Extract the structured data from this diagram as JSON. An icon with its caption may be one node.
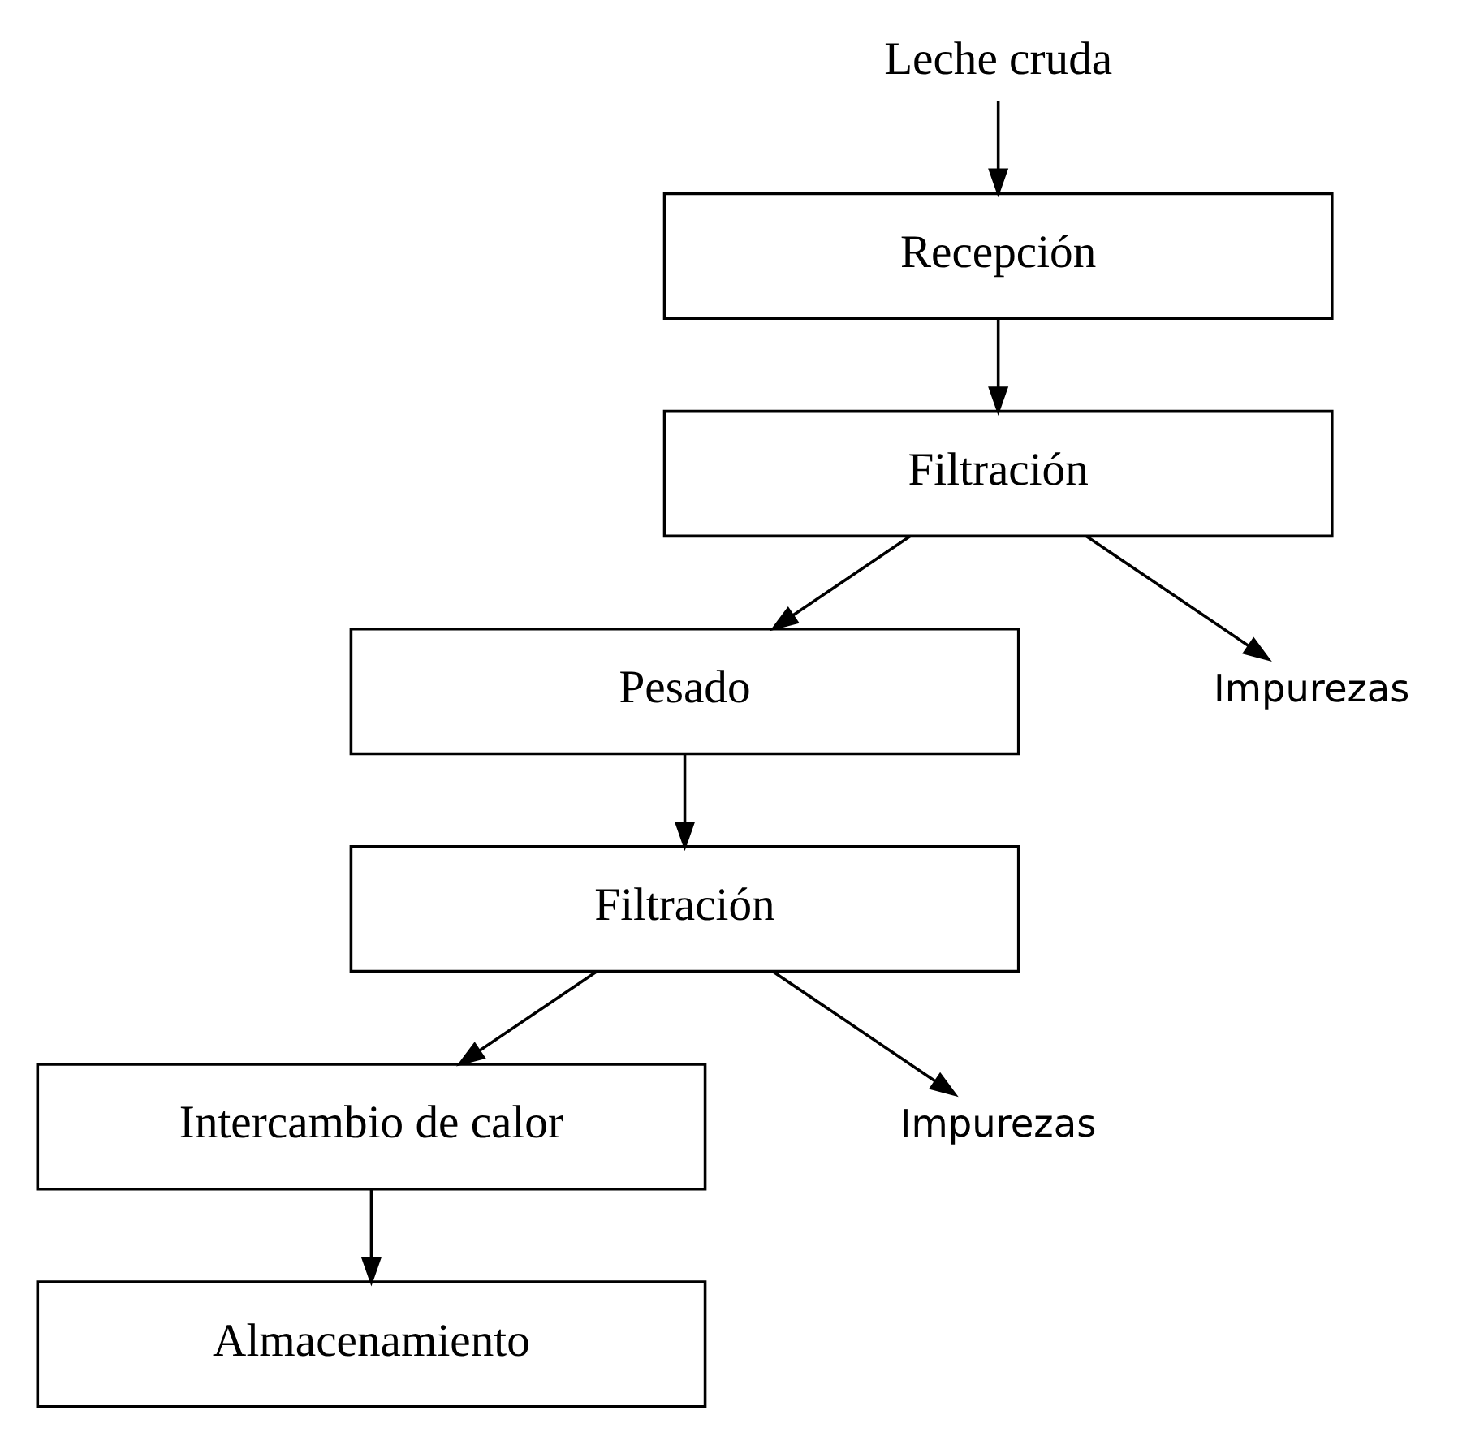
{
  "diagram": {
    "nodes": [
      {
        "text": [
          "Leche cruda"
        ]
      },
      {
        "text": [
          "Recepción"
        ]
      },
      {
        "text": [
          "Filtración"
        ]
      },
      {
        "text": [
          "Pesado"
        ]
      },
      {
        "text": [
          "Filtración"
        ]
      },
      {
        "text": [
          "Intercambio de calor"
        ]
      },
      {
        "text": [
          "Almacenamiento"
        ]
      },
      {
        "text": [
          "Impurezas"
        ]
      },
      {
        "text": [
          "Impurezas"
        ]
      }
    ],
    "edges": [
      {
        "from": 0,
        "to": 1,
        "arrow": "to"
      },
      {
        "from": 1,
        "to": 2,
        "arrow": "to"
      },
      {
        "from": 2,
        "to": 3,
        "arrow": "to"
      },
      {
        "from": 2,
        "to": 7,
        "arrow": "to"
      },
      {
        "from": 3,
        "to": 4,
        "arrow": "to"
      },
      {
        "from": 4,
        "to": 5,
        "arrow": "to"
      },
      {
        "from": 4,
        "to": 8,
        "arrow": "to"
      },
      {
        "from": 5,
        "to": 6,
        "arrow": "to"
      }
    ]
  }
}
